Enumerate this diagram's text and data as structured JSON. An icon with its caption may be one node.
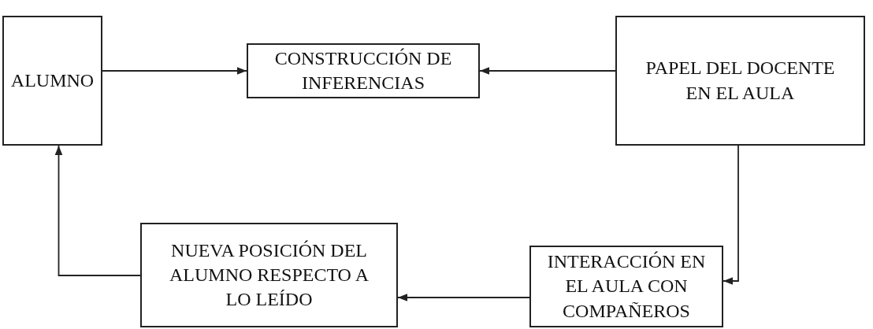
{
  "diagram": {
    "nodes": [
      {
        "text": [
          "ALUMNO"
        ]
      },
      {
        "text": [
          "CONSTRUCCIÓN DE INFERENCIAS"
        ]
      },
      {
        "text": [
          "PAPEL DEL DOCENTE EN EL AULA"
        ]
      },
      {
        "text": [
          "NUEVA POSICIÓN DEL ALUMNO RESPECTO A LO LEÍDO"
        ]
      },
      {
        "text": [
          "INTERACCIÓN EN EL AULA CON COMPAÑEROS"
        ]
      }
    ],
    "edges": [
      {
        "from": 0,
        "to": 1,
        "arrow": "to"
      },
      {
        "from": 2,
        "to": 1,
        "arrow": "to"
      },
      {
        "from": 2,
        "to": 4,
        "arrow": "to"
      },
      {
        "from": 4,
        "to": 3,
        "arrow": "to"
      },
      {
        "from": 3,
        "to": 0,
        "arrow": "to"
      }
    ]
  }
}
